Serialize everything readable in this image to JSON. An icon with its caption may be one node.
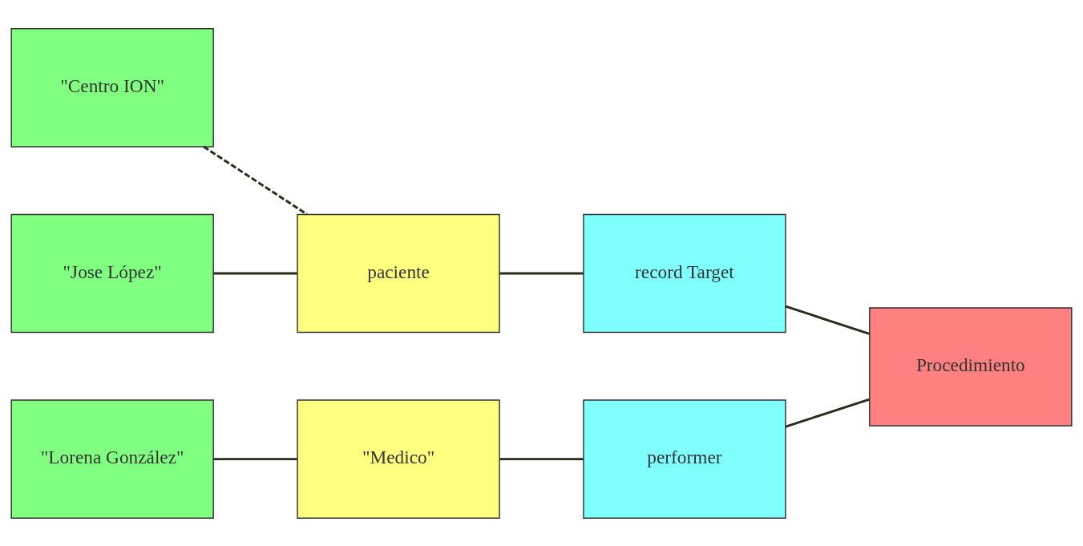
{
  "diagram": {
    "nodes": [
      {
        "text": [
          "\"Centro ION\""
        ]
      },
      {
        "text": [
          "\"Jose López\""
        ]
      },
      {
        "text": [
          "paciente"
        ]
      },
      {
        "text": [
          "record Target"
        ]
      },
      {
        "text": [
          "Procedimiento"
        ]
      },
      {
        "text": [
          "\"Lorena González\""
        ]
      },
      {
        "text": [
          "\"Medico\""
        ]
      },
      {
        "text": [
          "performer"
        ]
      }
    ],
    "edges": [
      {
        "from": 0,
        "to": 2,
        "arrow": "none",
        "style": "dashed"
      },
      {
        "from": 1,
        "to": 2,
        "arrow": "none"
      },
      {
        "from": 2,
        "to": 3,
        "arrow": "none"
      },
      {
        "from": 3,
        "to": 4,
        "arrow": "none"
      },
      {
        "from": 5,
        "to": 6,
        "arrow": "none"
      },
      {
        "from": 6,
        "to": 7,
        "arrow": "none"
      },
      {
        "from": 7,
        "to": 4,
        "arrow": "none"
      }
    ]
  }
}
